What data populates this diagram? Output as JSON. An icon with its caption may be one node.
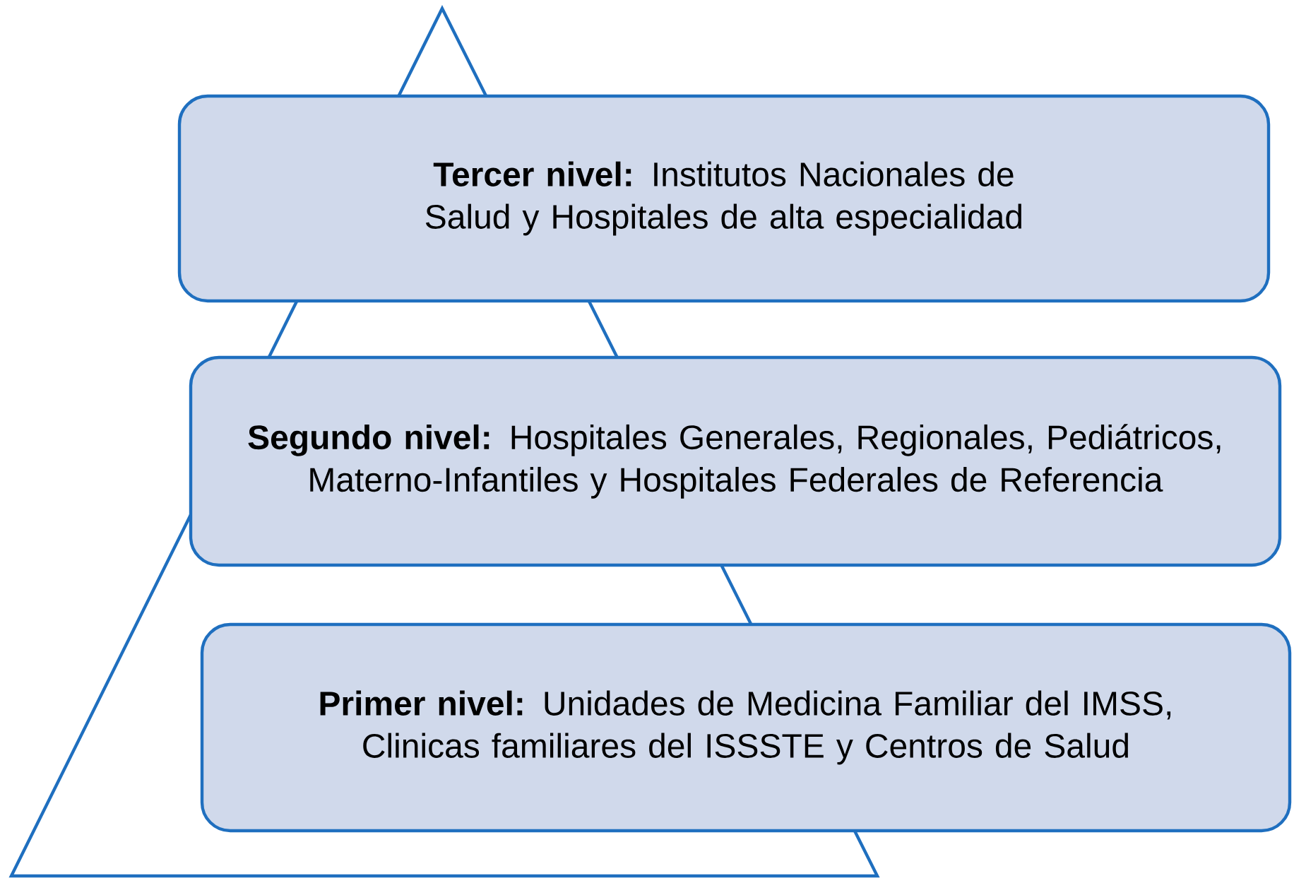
{
  "diagram": {
    "nodes": [
      {
        "text": [
          "**Tercer nivel:** Institutos Nacionales de Salud y Hospitales de alta especialidad"
        ]
      },
      {
        "text": [
          "**Segundo nivel:** Hospitales Generales, Regionales, Pediátricos, Materno-Infantiles y Hospitales Federales de Referencia"
        ]
      },
      {
        "text": [
          "**Primer nivel:** Unidades de Medicina Familiar del IMSS, Clinicas familiares del ISSSTE y Centros de Salud"
        ]
      }
    ]
  }
}
